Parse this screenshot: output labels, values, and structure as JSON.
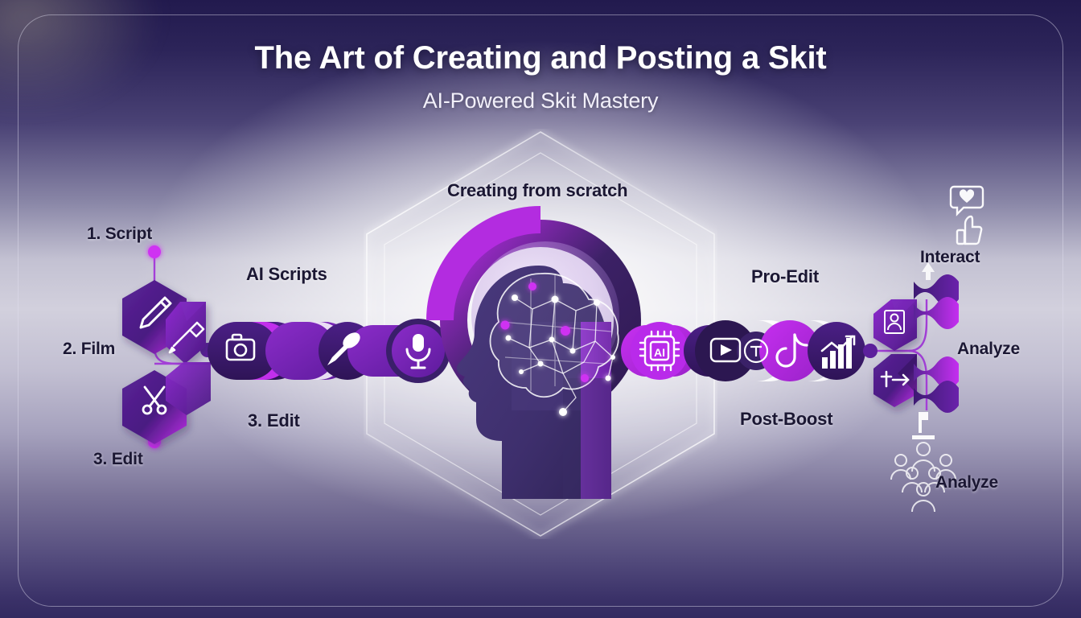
{
  "header": {
    "title": "The Art of Creating and Posting a Skit",
    "subtitle": "AI-Powered Skit Mastery"
  },
  "labels": {
    "step1": "1. Script",
    "step2": "2. Film",
    "step3": "3. Edit",
    "ai_scripts": "AI Scripts",
    "edit_center": "3. Edit",
    "creating": "Creating from scratch",
    "pro_edit": "Pro-Edit",
    "post_boost": "Post-Boost",
    "interact": "Interact",
    "analyze_top": "Analyze",
    "analyze_bottom": "Analyze"
  },
  "icons": {
    "left_hex": [
      "pencil-icon",
      "pen-tool-icon",
      "scissors-icon"
    ],
    "pipeline_left": [
      "camera-icon",
      "handheld-microphone-icon",
      "studio-microphone-icon"
    ],
    "pipeline_right": [
      "ai-chip-icon",
      "video-play-icon",
      "text-circle-icon",
      "tiktok-note-icon",
      "analytics-bar-chart-icon"
    ],
    "right_hex": [
      "profile-card-icon",
      "share-arrow-icon"
    ],
    "social_top": [
      "comment-heart-icon",
      "thumbs-up-icon"
    ],
    "audience": "audience-group-icon",
    "center": "human-head-brain-icon"
  },
  "colors": {
    "deep_purple": "#3b1d6e",
    "violet": "#7a25b5",
    "magenta": "#b829e8",
    "dark_indigo": "#2b2256",
    "text_dark": "#1b1733",
    "white": "#ffffff"
  }
}
